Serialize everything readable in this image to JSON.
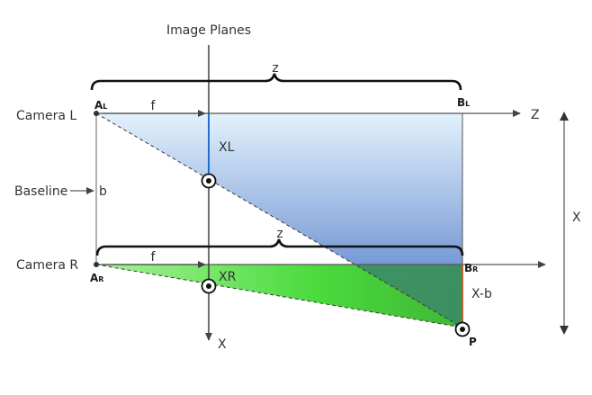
{
  "labels": {
    "image_planes": "Image Planes",
    "camera_l": "Camera L",
    "camera_r": "Camera R",
    "baseline": "Baseline",
    "b": "b",
    "z_top": "z",
    "z_bottom": "z",
    "f_top": "f",
    "f_bottom": "f",
    "xl": "XL",
    "xr": "XR",
    "al_main": "A",
    "al_sub": "L",
    "ar_main": "A",
    "ar_sub": "R",
    "bl_main": "B",
    "bl_sub": "L",
    "br_main": "B",
    "br_sub": "R",
    "z_axis": "Z",
    "x_axis": "X",
    "x_right": "X",
    "x_minus_b": "X-b",
    "p": "P"
  },
  "colors": {
    "blue_top": "#d9ecfb",
    "blue_bottom": "#4a78c8",
    "green": "#38d42a",
    "green_light": "#8ae87c",
    "overlap": "#3e8a6a",
    "line": "#2a2a2a",
    "axis": "#555555",
    "xl_segment": "#1f6fd1",
    "xminusb_segment": "#b5651d"
  }
}
